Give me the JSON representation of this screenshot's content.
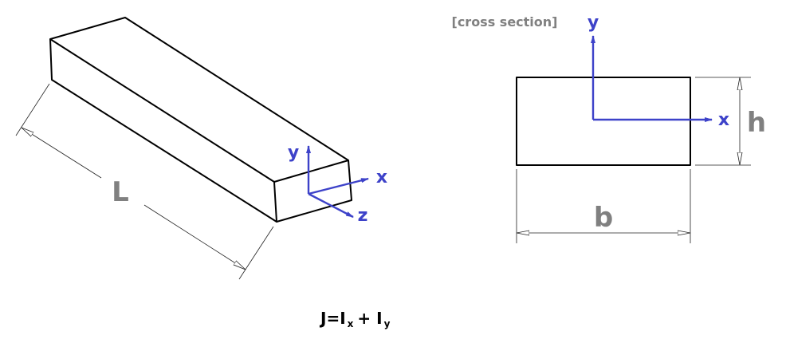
{
  "isometric_view": {
    "length_label": "L",
    "axes": {
      "x": "x",
      "y": "y",
      "z": "z"
    }
  },
  "cross_section": {
    "caption": "[cross section]",
    "width_label": "b",
    "height_label": "h",
    "axes": {
      "x": "x",
      "y": "y"
    }
  },
  "formula": {
    "lhs": "J=I",
    "sub1": "x",
    "plus": "+ I",
    "sub2": "y"
  },
  "colors": {
    "axis": "#3d42c9",
    "dimension_label": "#808080"
  }
}
